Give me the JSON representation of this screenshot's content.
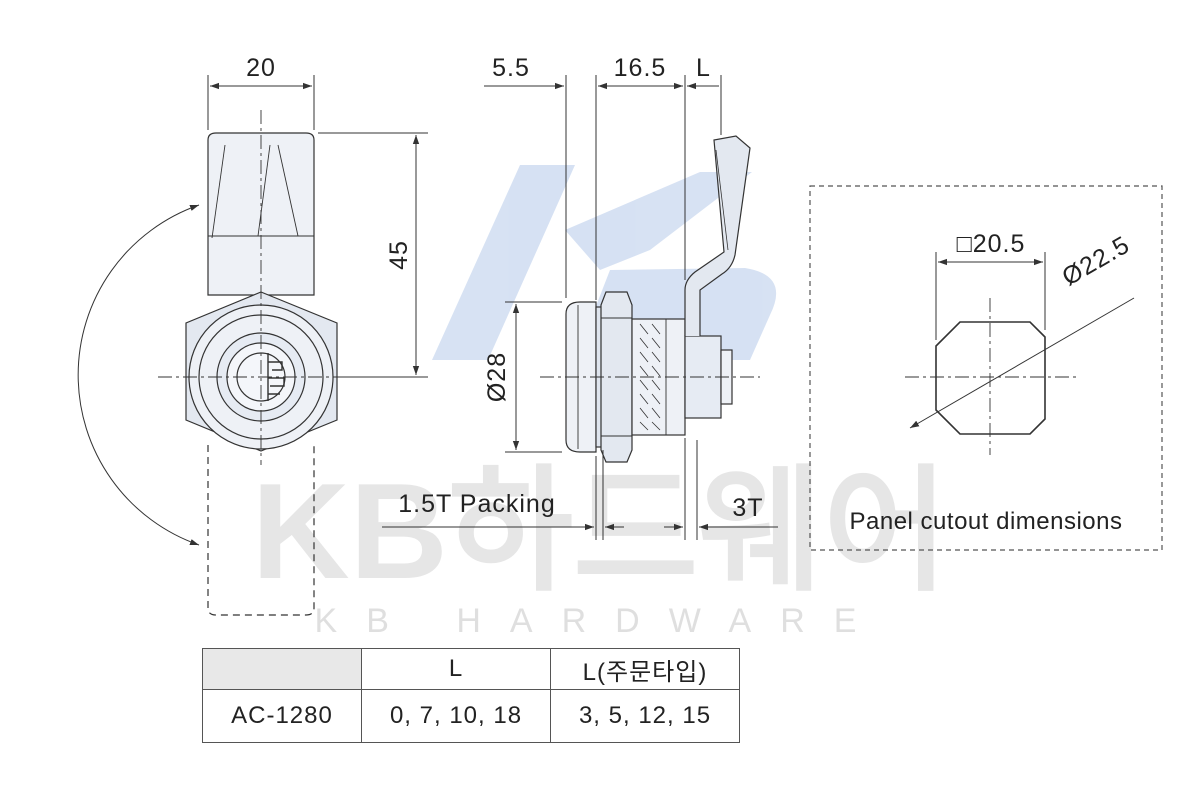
{
  "watermark": {
    "brand": "KB하드웨어",
    "subtitle": "KB HARDWARE",
    "logo_color": "#c9d8ef"
  },
  "dimensions": {
    "front_width": "20",
    "front_height": "45",
    "side_a": "5.5",
    "side_b": "16.5",
    "side_c": "L",
    "diameter": "Ø28",
    "packing": "1.5T Packing",
    "thickness": "3T"
  },
  "cutout": {
    "square": "□20.5",
    "diameter": "Ø22.5",
    "caption": "Panel cutout dimensions"
  },
  "spec_table": {
    "headers": [
      "",
      "L",
      "L(주문타입)"
    ],
    "rows": [
      [
        "AC-1280",
        "0, 7, 10, 18",
        "3, 5, 12, 15"
      ]
    ]
  },
  "colors": {
    "line": "#333333",
    "part_fill": "#e9edf4",
    "table_header": "#e8e8e8"
  }
}
